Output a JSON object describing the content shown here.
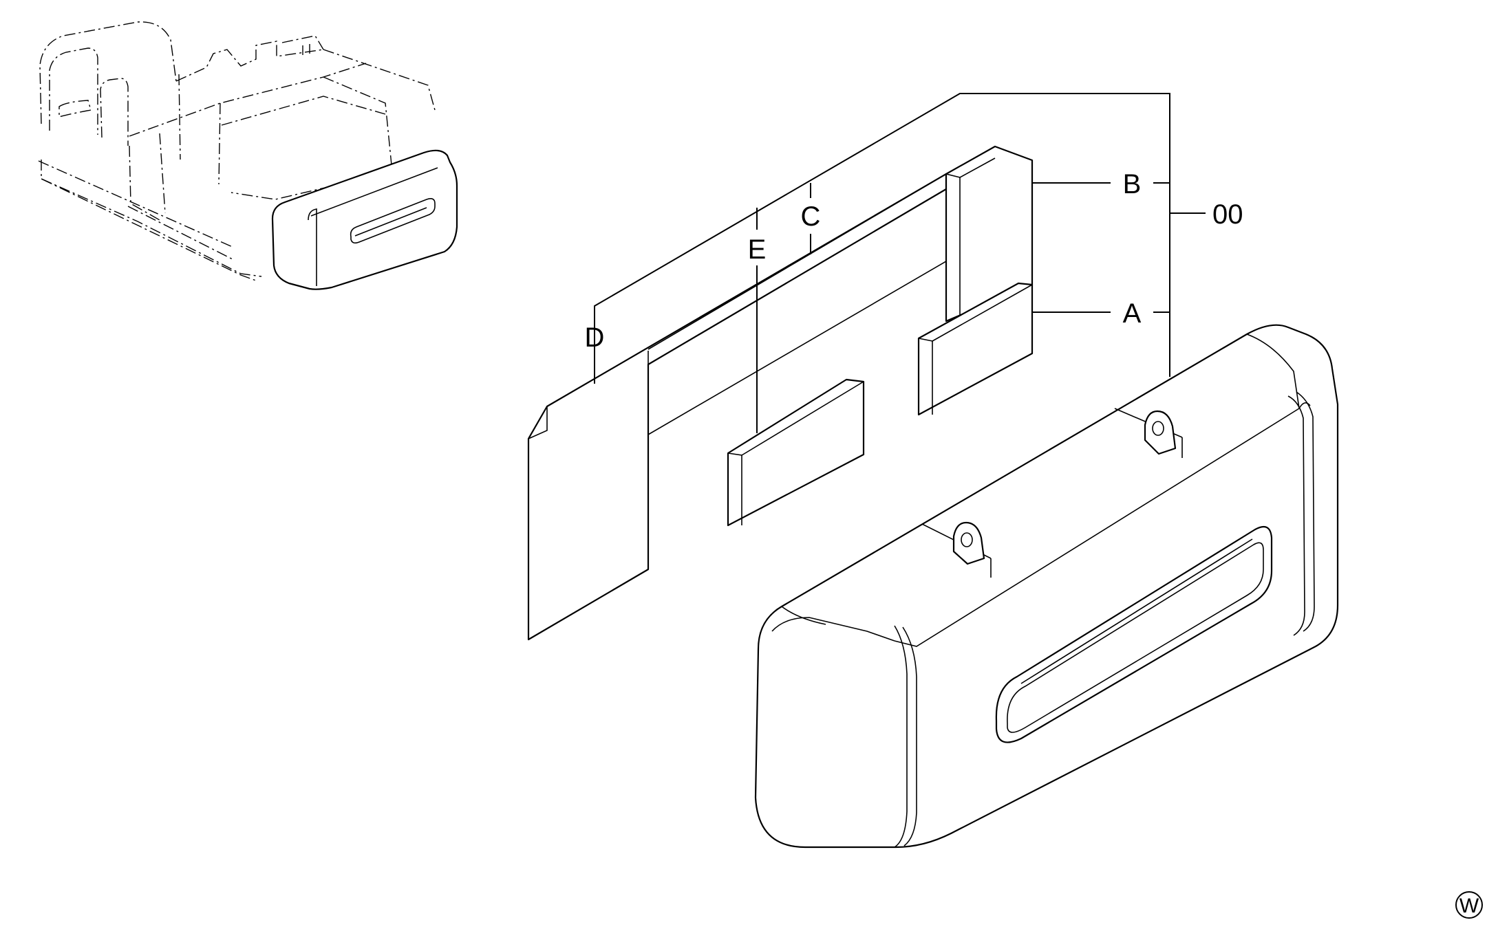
{
  "labels": {
    "assembly": "00",
    "part_a": "A",
    "part_b": "B",
    "part_c": "C",
    "part_d": "D",
    "part_e": "E"
  },
  "mark": {
    "symbol": "W"
  },
  "colors": {
    "line": "#000000",
    "background": "#ffffff"
  }
}
